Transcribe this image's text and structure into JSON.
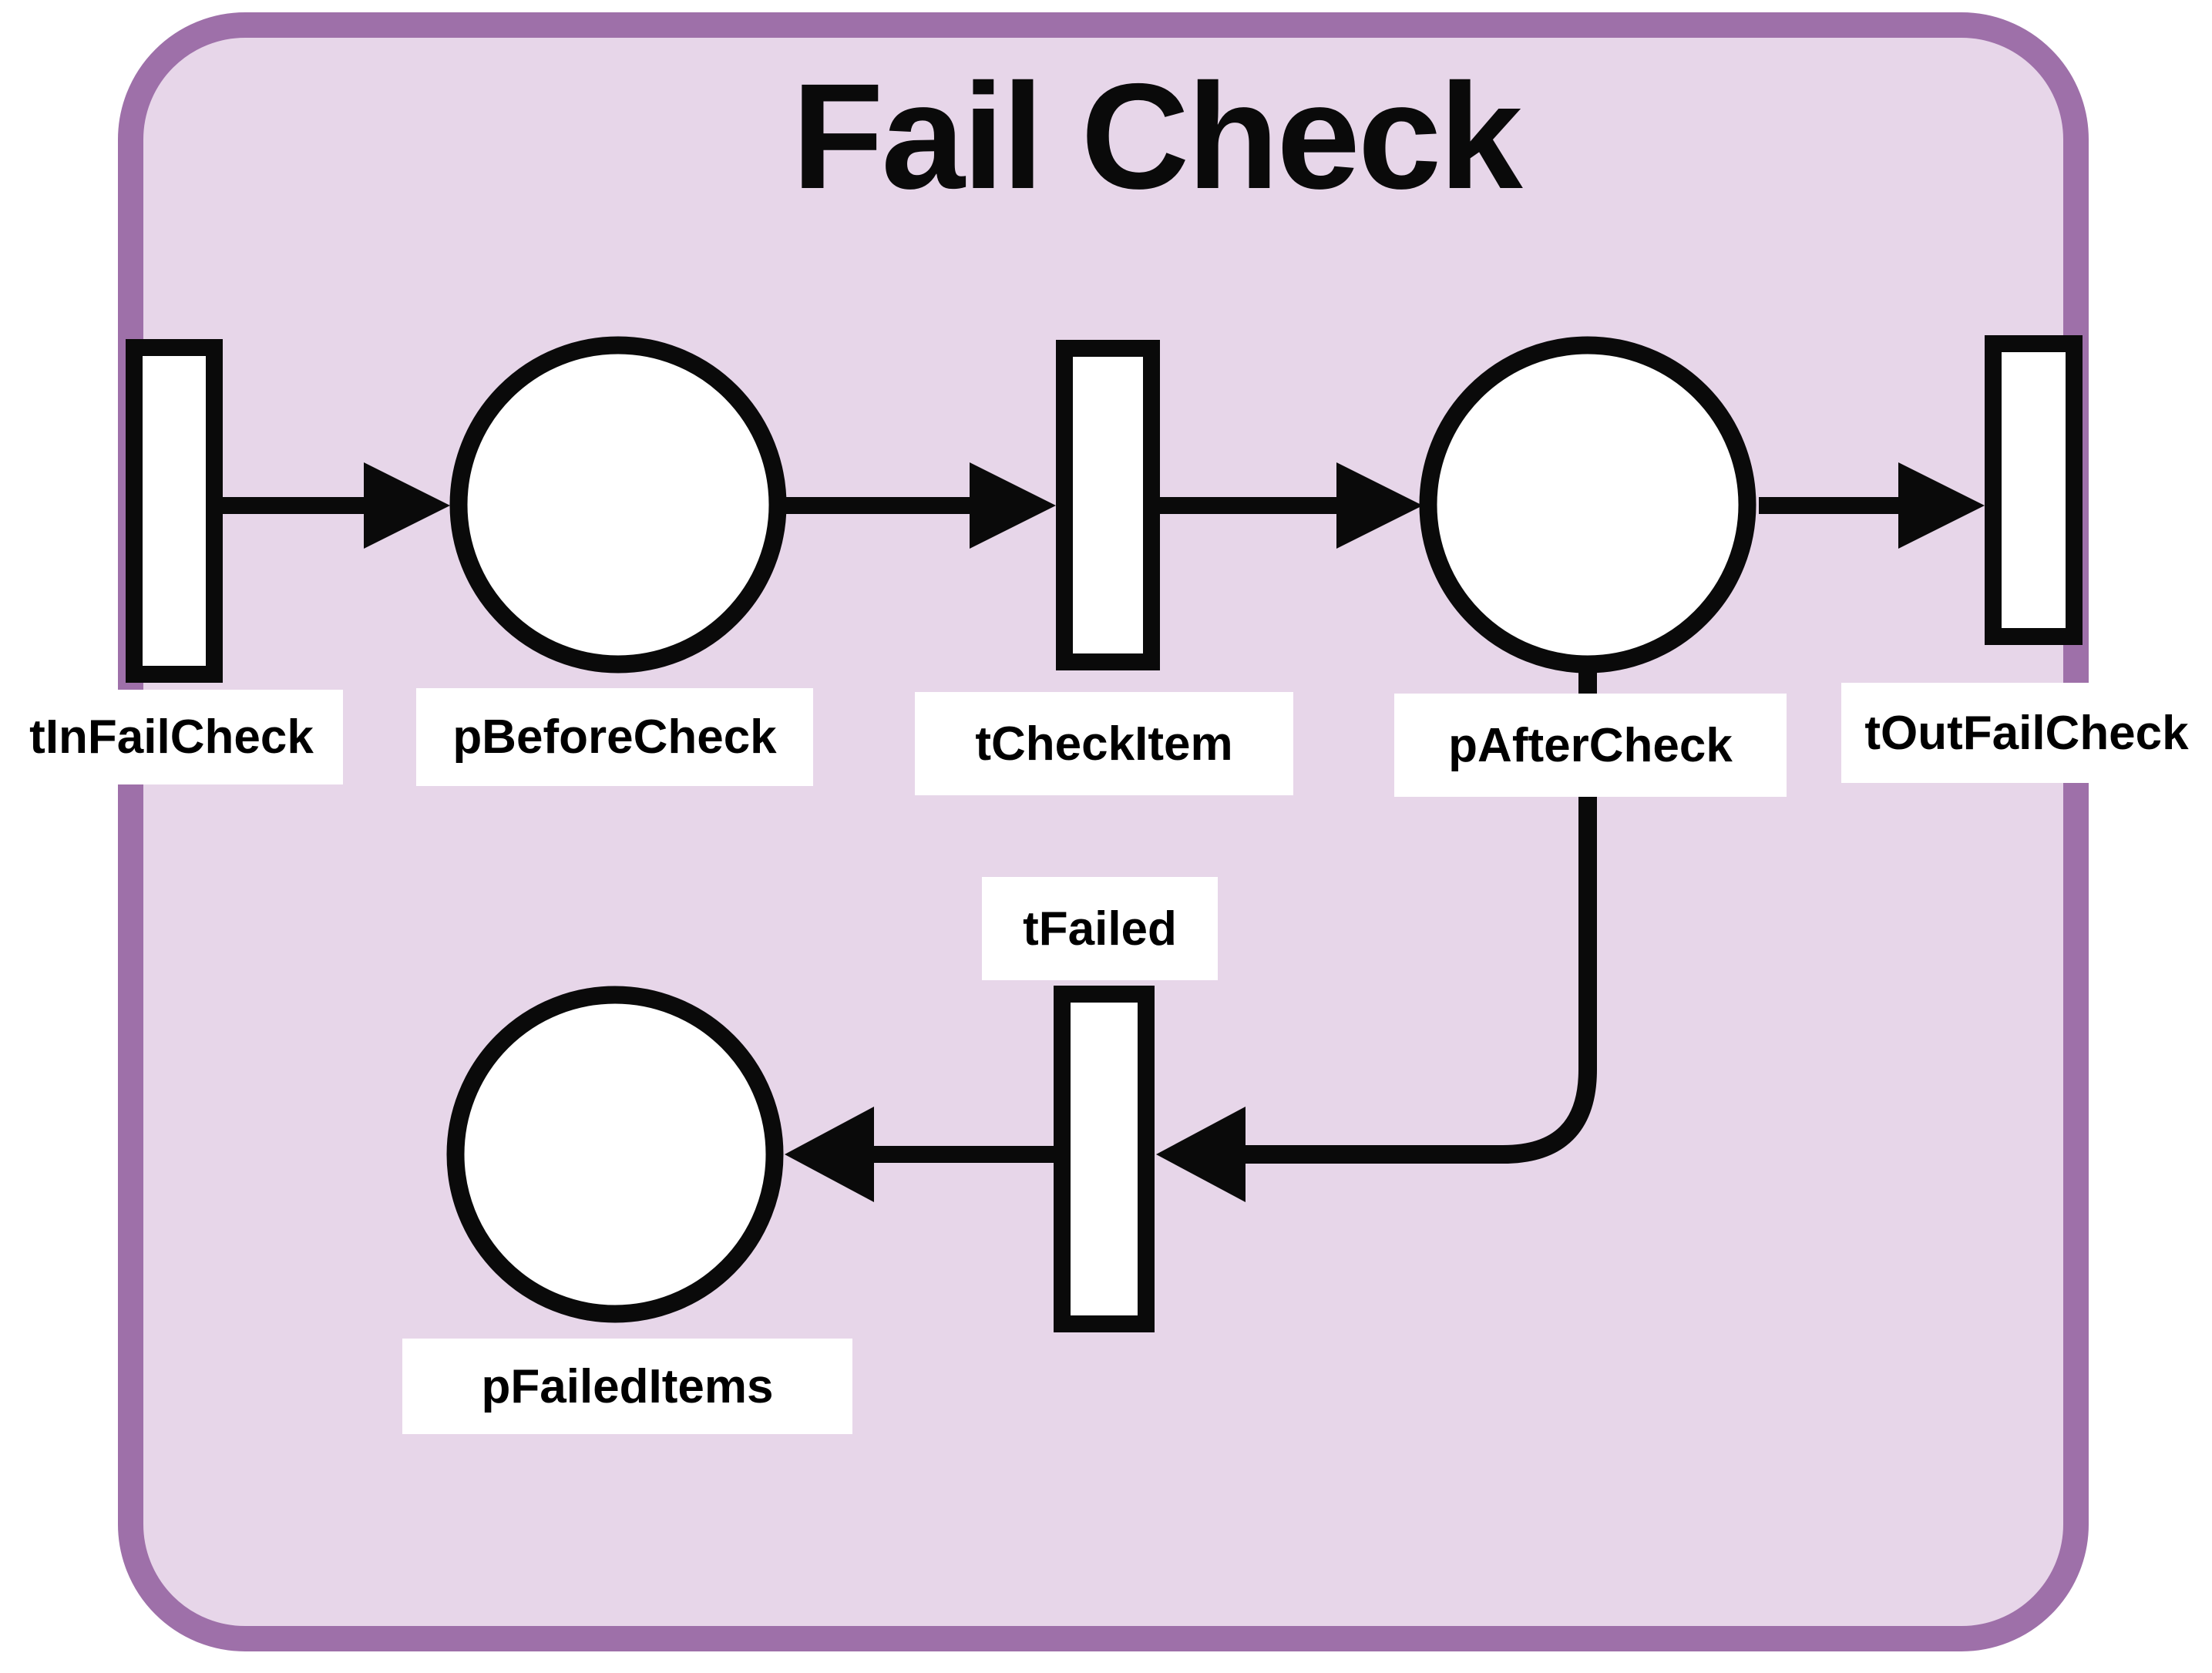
{
  "net": {
    "title": "Fail Check",
    "transitions": [
      {
        "id": "tInFailCheck",
        "label": "tInFailCheck"
      },
      {
        "id": "tCheckItem",
        "label": "tCheckItem"
      },
      {
        "id": "tOutFailCheck",
        "label": "tOutFailCheck"
      },
      {
        "id": "tFailed",
        "label": "tFailed"
      }
    ],
    "places": [
      {
        "id": "pBeforeCheck",
        "label": "pBeforeCheck",
        "tokens": 0
      },
      {
        "id": "pAfterCheck",
        "label": "pAfterCheck",
        "tokens": 0
      },
      {
        "id": "pFailedItems",
        "label": "pFailedItems",
        "tokens": 0
      }
    ],
    "arcs": [
      {
        "from": "tInFailCheck",
        "to": "pBeforeCheck"
      },
      {
        "from": "pBeforeCheck",
        "to": "tCheckItem"
      },
      {
        "from": "tCheckItem",
        "to": "pAfterCheck"
      },
      {
        "from": "pAfterCheck",
        "to": "tOutFailCheck"
      },
      {
        "from": "pAfterCheck",
        "to": "tFailed"
      },
      {
        "from": "tFailed",
        "to": "pFailedItems"
      }
    ],
    "colors": {
      "frame_border": "#9e70a9",
      "frame_fill": "#e7d6e9",
      "node_fill": "#ffffff",
      "stroke": "#0a0a0a",
      "label_bg": "#ffffff",
      "label_text": "#000000",
      "page_bg": "#ffffff"
    }
  }
}
